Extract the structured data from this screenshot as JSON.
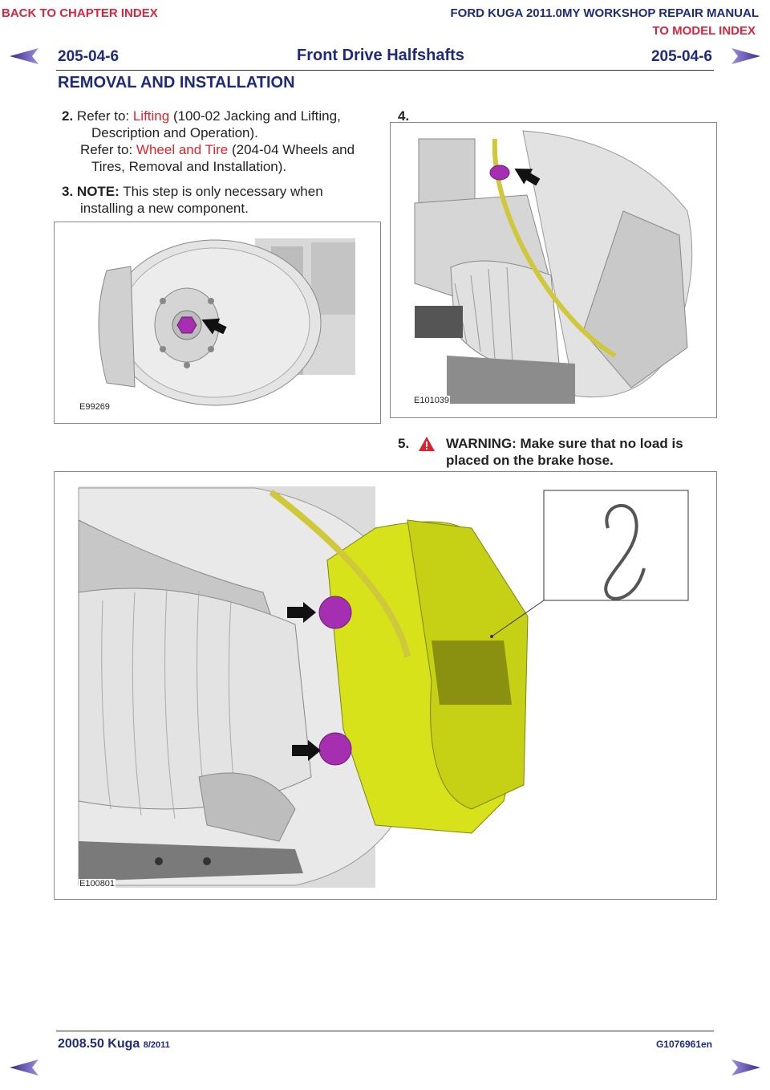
{
  "nav": {
    "back_chapter": "BACK TO CHAPTER INDEX",
    "manual_title": "FORD KUGA 2011.0MY WORKSHOP REPAIR MANUAL",
    "model_index": "TO MODEL INDEX"
  },
  "header": {
    "code_left": "205-04-6",
    "title": "Front Drive Halfshafts",
    "code_right": "205-04-6",
    "section": "REMOVAL AND INSTALLATION"
  },
  "steps": {
    "s2": {
      "num": "2.",
      "ref1_prefix": "Refer to: ",
      "ref1_link": "Lifting",
      "ref1_rest": " (100-02 Jacking and Lifting,",
      "ref1_line2": "Description and Operation).",
      "ref2_prefix": "Refer to: ",
      "ref2_link": "Wheel and Tire",
      "ref2_rest": " (204-04 Wheels and",
      "ref2_line2": "Tires, Removal and Installation)."
    },
    "s3": {
      "num": "3.",
      "note_label": "NOTE:",
      "note_line1": " This step is only necessary when",
      "note_line2": "installing a new component."
    },
    "s4": {
      "num": "4."
    },
    "s5": {
      "num": "5.",
      "warning_line1": "WARNING: Make sure that no load is",
      "warning_line2": "placed on the brake hose."
    }
  },
  "figures": {
    "fig1_label": "E99269",
    "fig2_label": "E101039",
    "fig3_label": "E100801"
  },
  "footer": {
    "model": "2008.50 Kuga",
    "date": "8/2011",
    "doc_id": "G1076961en"
  },
  "colors": {
    "accent_blue": "#1f2a7a",
    "link_red": "#e3232c",
    "nav_red": "#d9263f",
    "highlight_purple": "#a52fb0",
    "caliper_yellow": "#d7e21a"
  }
}
